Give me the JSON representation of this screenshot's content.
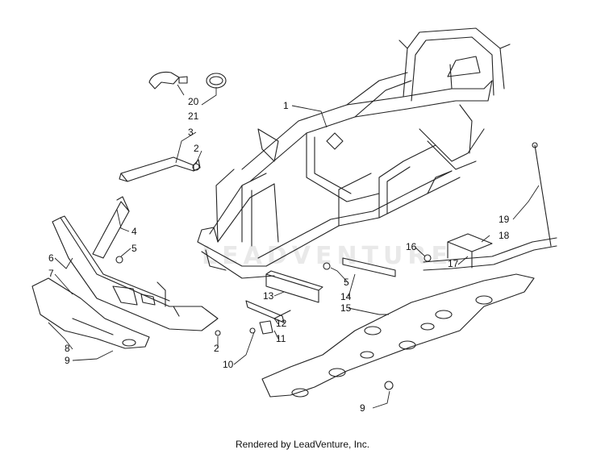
{
  "watermark": "LEADVENTURE",
  "footer": "Rendered by LeadVenture, Inc.",
  "callouts": {
    "c1": "1",
    "c20": "20",
    "c21": "21",
    "c3": "3",
    "c2a": "2",
    "c4": "4",
    "c5a": "5",
    "c6": "6",
    "c7": "7",
    "c8": "8",
    "c9a": "9",
    "c2b": "2",
    "c10": "10",
    "c11": "11",
    "c12": "12",
    "c13": "13",
    "c5b": "5",
    "c14": "14",
    "c15": "15",
    "c16": "16",
    "c17": "17",
    "c18": "18",
    "c19": "19",
    "c9b": "9"
  }
}
